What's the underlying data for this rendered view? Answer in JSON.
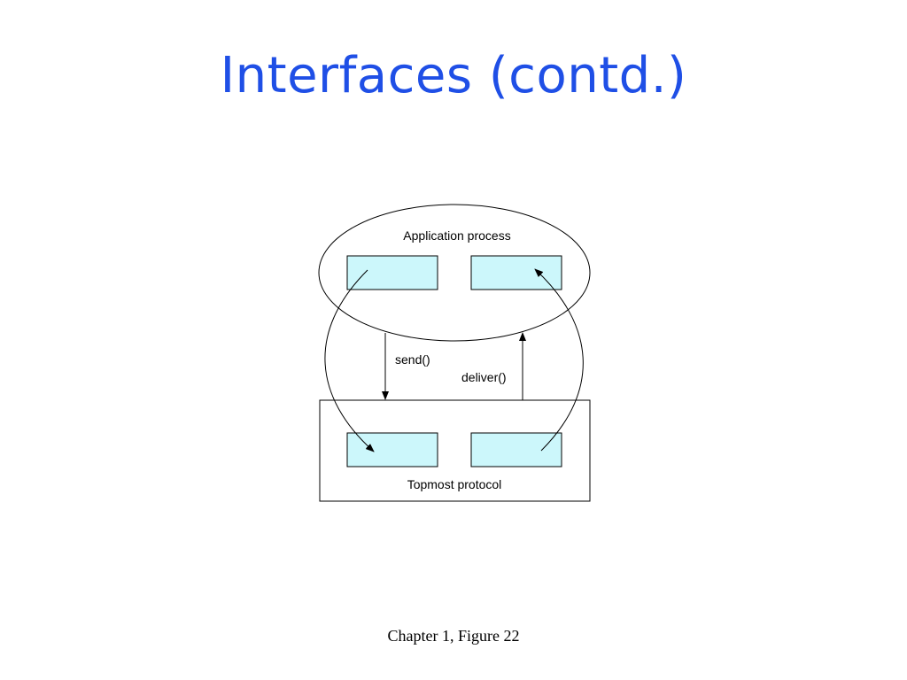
{
  "slide": {
    "title": "Interfaces (contd.)",
    "caption": "Chapter 1, Figure 22"
  },
  "diagram": {
    "application_label": "Application process",
    "protocol_label": "Topmost protocol",
    "send_label": "send()",
    "deliver_label": "deliver()"
  },
  "colors": {
    "title": "#1f4fe6",
    "box_fill": "#ccf7fb",
    "stroke": "#000000"
  }
}
